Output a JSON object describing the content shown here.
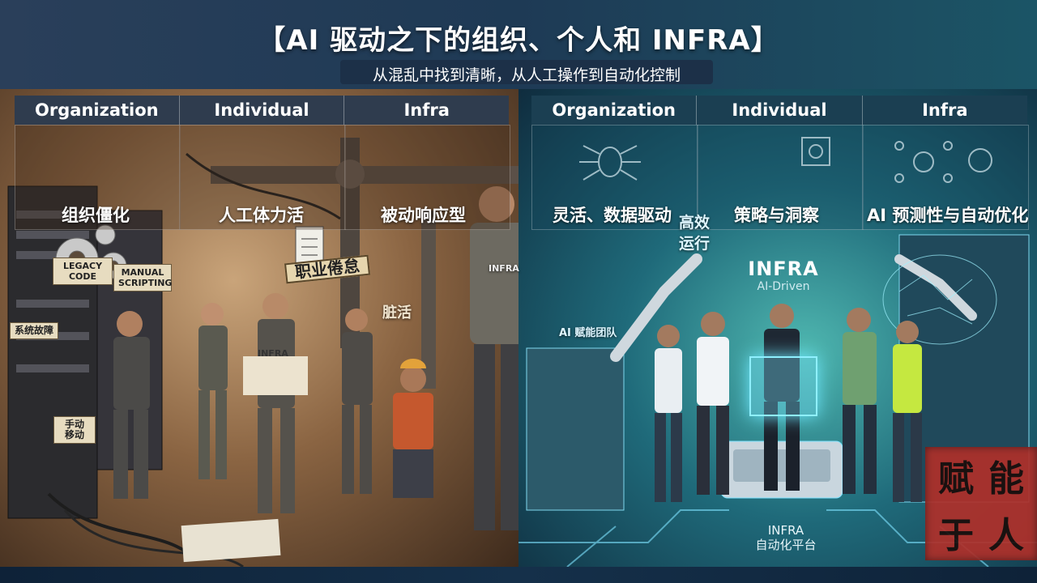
{
  "title": "【AI 驱动之下的组织、个人和 INFRA】",
  "subtitle": "从混乱中找到清晰，从人工操作到自动化控制",
  "left": {
    "columns": [
      "Organization",
      "Individual",
      "Infra"
    ],
    "labels": [
      "组织僵化",
      "人工体力活",
      "被动响应型"
    ],
    "signs": {
      "legacy": "LEGACY CODE",
      "manual": "MANUAL SCRIPTING",
      "fault": "系统故障",
      "manual_move": "手动 移动",
      "burnout": "职业倦怠",
      "dirty": "脏活",
      "infra_shirt": "INFRA",
      "infra_map": "INFRA"
    }
  },
  "right": {
    "columns": [
      "Organization",
      "Individual",
      "Infra"
    ],
    "labels": [
      "灵活、数据驱动",
      "策略与洞察",
      "AI 预测性与自动优化"
    ],
    "efficient": "高效 运行",
    "team": "AI 赋能团队",
    "logo_big": "INFRA",
    "logo_small": "AI-Driven",
    "platform_line1": "INFRA",
    "platform_line2": "自动化平台"
  },
  "stamp": [
    "赋",
    "能",
    "于",
    "人"
  ],
  "colors": {
    "left_tone": "#8a6442",
    "right_tone": "#1f6a7a",
    "stamp": "#b0302a"
  }
}
